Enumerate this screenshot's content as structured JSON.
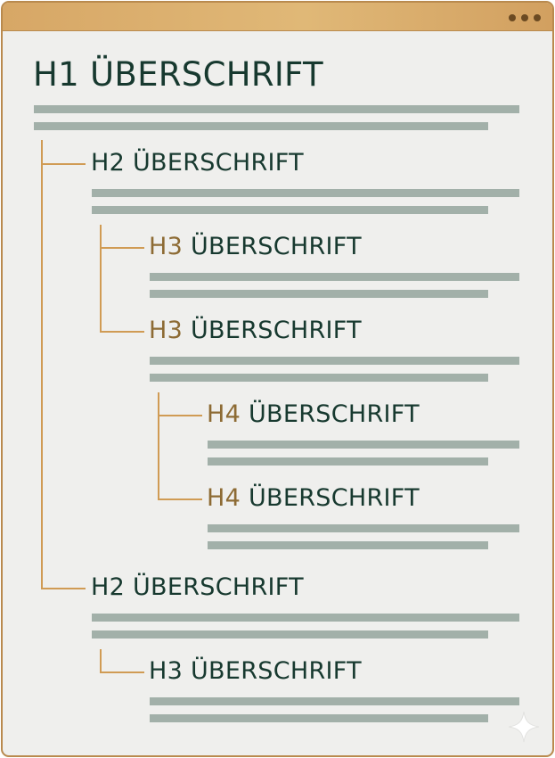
{
  "window": {
    "accent_color": "#b98a4e",
    "background_color": "#efefed",
    "titlebar_dots": 3
  },
  "headings": [
    {
      "level": "H1",
      "text": "ÜBERSCHRIFT"
    },
    {
      "level": "H2",
      "text": "ÜBERSCHRIFT"
    },
    {
      "level": "H3",
      "text": "ÜBERSCHRIFT"
    },
    {
      "level": "H3",
      "text": "ÜBERSCHRIFT"
    },
    {
      "level": "H4",
      "text": "ÜBERSCHRIFT"
    },
    {
      "level": "H4",
      "text": "ÜBERSCHRIFT"
    },
    {
      "level": "H2",
      "text": "ÜBERSCHRIFT"
    },
    {
      "level": "H3",
      "text": "ÜBERSCHRIFT"
    }
  ],
  "colors": {
    "heading_text": "#17392f",
    "level_label_gold": "#8d6b34",
    "connector": "#d09b54",
    "placeholder_bar": "#a2b0a9"
  },
  "icons": [
    "window-dot-icon",
    "sparkle-icon"
  ]
}
